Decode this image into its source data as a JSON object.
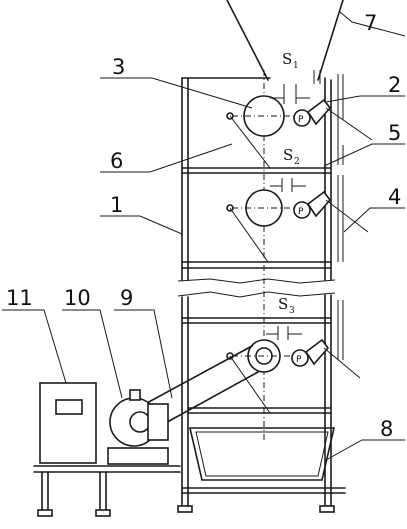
{
  "labels": {
    "n1": "1",
    "n2": "2",
    "n3": "3",
    "n4": "4",
    "n5": "5",
    "n6": "6",
    "n7": "7",
    "n8": "8",
    "n9": "9",
    "n10": "10",
    "n11": "11"
  },
  "gaps": {
    "s1": "S",
    "s1_sub": "1",
    "s2": "S",
    "s2_sub": "2",
    "s3": "S",
    "s3_sub": "3"
  },
  "sensor_mark": "P"
}
